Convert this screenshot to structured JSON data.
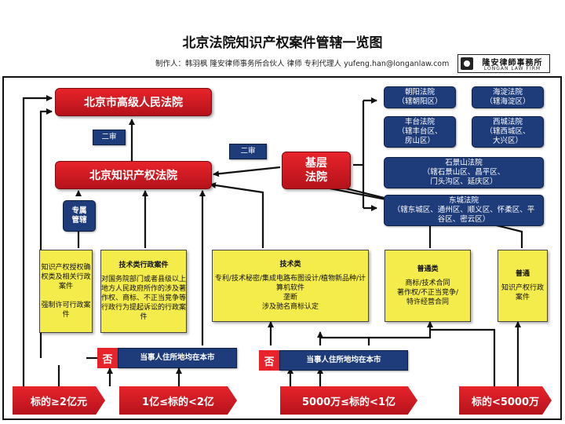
{
  "title": "北京法院知识产权案件管辖一览图",
  "subtitle": "制作人：韩羽枫  隆安律师事务所合伙人  律师  专利代理人  yufeng.han@longanlaw.com",
  "logo": {
    "cn": "隆安律師事務所",
    "en": "LONGAN LAW FIRM"
  },
  "courts": {
    "high": "北京市高级人民法院",
    "ip": "北京知识产权法院",
    "basic": "基层\n法院"
  },
  "labels": {
    "second_instance_left": "二审",
    "second_instance_mid": "二审",
    "exclusive": "专属\n管辖"
  },
  "district_courts": [
    "朝阳法院\n（辖朝阳区）",
    "海淀法院\n（辖海淀区）",
    "丰台法院\n（辖丰台区、\n房山区）",
    "西城法院\n（辖西城区、\n大兴区）",
    "石景山法院\n（辖石景山区、昌平区、\n门头沟区、延庆区）",
    "东城法院\n（辖东城区、通州区、顺义区、怀柔区、平\n谷区、密云区）"
  ],
  "boxes": {
    "admin_grant": "知识产权授权确权类及相关行政案件\n\n强制许可行政案件",
    "tech_admin_title": "技术类行政案件",
    "tech_admin_body": "对国务院部门或者县级以上地方人民政府所作的涉及著作权、商标、不正当竞争等行政行为提起诉讼的行政案件",
    "tech_title": "技术类",
    "tech_body": "专利/技术秘密/集成电路布图设计/植物新品种/计算机软件\n垄断\n涉及驰名商标认定",
    "general_title": "普通类",
    "general_body": "商标/技术合同\n著作权/不正当竞争/\n特许经营合同",
    "general_admin_title": "普通",
    "general_admin_body": "知识产权行政案件"
  },
  "residence": {
    "no_left": "否",
    "text_left": "当事人住所地均在本市",
    "no_right": "否",
    "text_right": "当事人住所地均在本市"
  },
  "amounts": [
    "标的≥2亿元",
    "1亿≤标的<2亿",
    "5000万≤标的<1亿",
    "标的<5000万"
  ],
  "colors": {
    "red": "#e8232a",
    "navy": "#1f3c7a",
    "yellow": "#f3ec4a"
  }
}
